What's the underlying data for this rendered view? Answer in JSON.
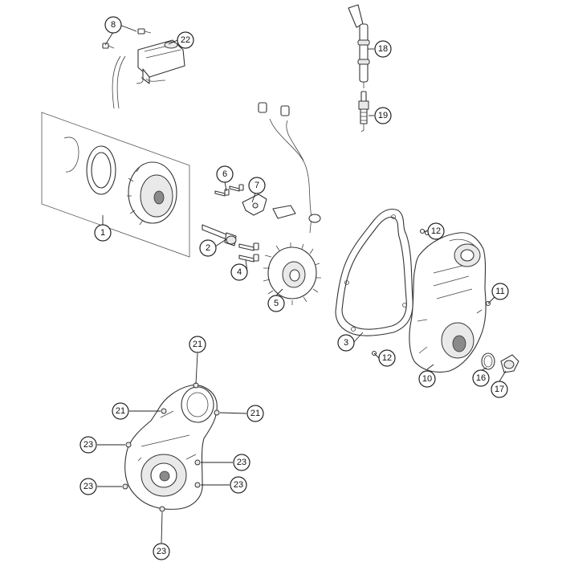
{
  "diagram": {
    "callouts": {
      "c1": "1",
      "c2": "2",
      "c3": "3",
      "c4": "4",
      "c5": "5",
      "c6": "6",
      "c7": "7",
      "c8": "8",
      "c10": "10",
      "c11": "11",
      "c12a": "12",
      "c12b": "12",
      "c16": "16",
      "c17": "17",
      "c18": "18",
      "c19": "19",
      "c21a": "21",
      "c21b": "21",
      "c21c": "21",
      "c22": "22",
      "c23a": "23",
      "c23b": "23",
      "c23c": "23",
      "c23d": "23",
      "c23e": "23"
    }
  }
}
